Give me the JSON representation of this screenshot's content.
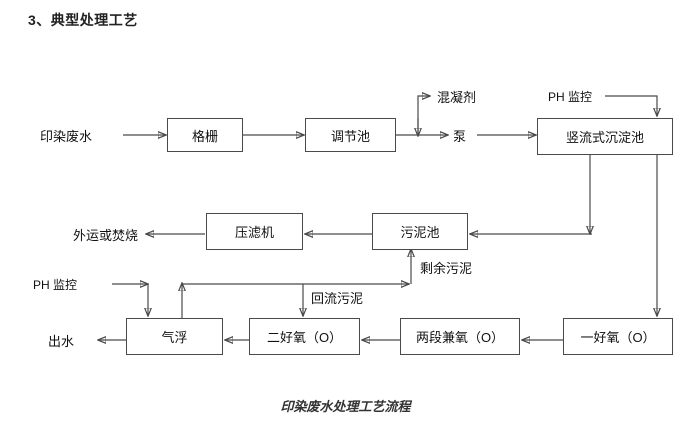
{
  "heading": "3、典型处理工艺",
  "caption": "印染废水处理工艺流程",
  "nodes": {
    "grille": "格栅",
    "regulating_tank": "调节池",
    "vertical_settler": "竖流式沉淀池",
    "filter_press": "压滤机",
    "sludge_tank": "污泥池",
    "air_flotation": "气浮",
    "aerobic_two": "二好氧（O）",
    "facultative_two_stage": "两段兼氧（O）",
    "aerobic_one": "一好氧（O）"
  },
  "labels": {
    "influent": "印染废水",
    "coagulant": "混凝剂",
    "pump": "泵",
    "ph_monitor_top": "PH 监控",
    "ph_monitor_bottom": "PH 监控",
    "haul_or_incinerate": "外运或焚烧",
    "excess_sludge": "剩余污泥",
    "return_sludge": "回流污泥",
    "effluent": "出水"
  },
  "colors": {
    "line": "#4a4a4a",
    "box_border": "#4a4a4a",
    "background": "#ffffff",
    "text": "#111111"
  },
  "chart_data": {
    "type": "flowchart",
    "title": "印染废水处理工艺流程",
    "flow_steps": [
      "印染废水",
      "格栅",
      "调节池",
      "泵",
      "竖流式沉淀池",
      "一好氧（O）",
      "两段兼氧（O）",
      "二好氧（O）",
      "气浮",
      "出水"
    ],
    "sludge_line": [
      "竖流式沉淀池",
      "污泥池",
      "压滤机",
      "外运或焚烧"
    ],
    "dosing": [
      "混凝剂"
    ],
    "monitors": [
      "PH 监控",
      "PH 监控"
    ],
    "recycle_streams": [
      "剩余污泥",
      "回流污泥"
    ]
  }
}
